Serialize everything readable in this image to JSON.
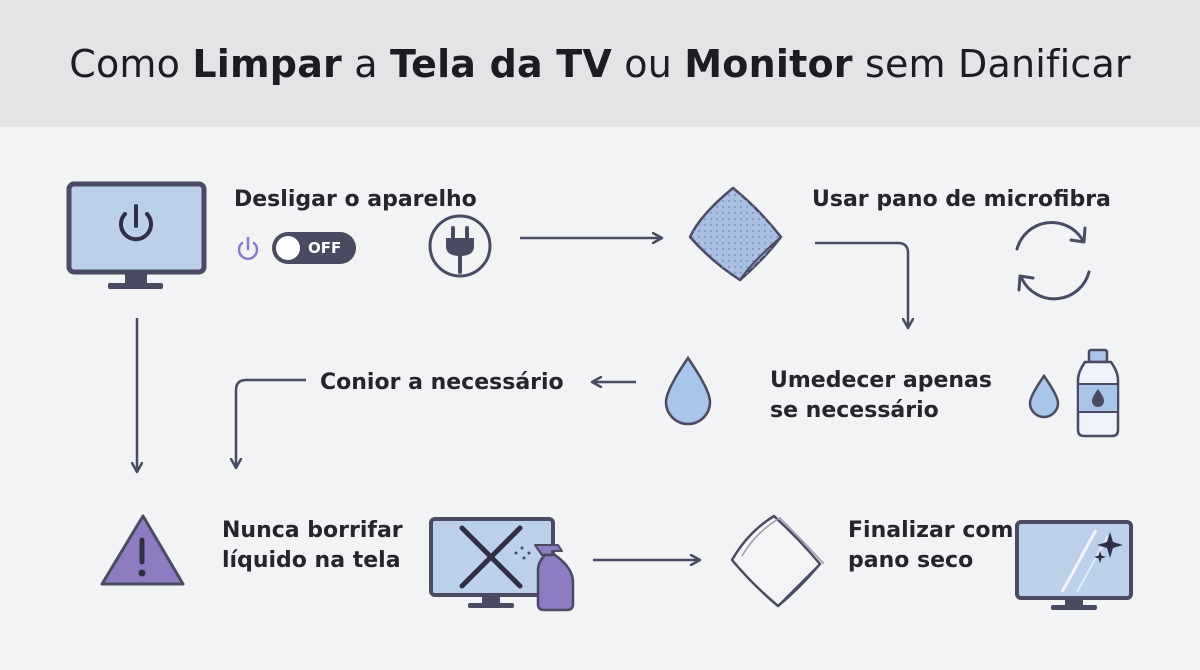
{
  "title": {
    "part1": "Como ",
    "bold1": "Limpar",
    "part2": " a ",
    "bold2": "Tela da TV",
    "part3": " ou ",
    "bold3": "Monitor",
    "part4": " sem Danificar"
  },
  "steps": {
    "power_off": "Desligar o aparelho",
    "toggle_label": "OFF",
    "microfiber": "Usar pano de microfibra",
    "moisten_line1": "Umedecer apenas",
    "moisten_line2": "se necessário",
    "conior": "Conior a necessário",
    "never_spray_line1": "Nunca borrifar",
    "never_spray_line2": "líquido na tela",
    "finish_line1": "Finalizar com",
    "finish_line2": "pano seco"
  },
  "colors": {
    "header_bg": "#e4e4e6",
    "background": "#f2f3f5",
    "outline": "#4a4b62",
    "screen_fill": "#bcd0ea",
    "accent_purple": "#8e7cc3",
    "water_blue": "#a9c5ea",
    "arrow": "#4a4b62"
  },
  "icons": [
    "tv-power-icon",
    "power-icon",
    "plug-icon",
    "cloth-icon",
    "refresh-icon",
    "water-drop-icon",
    "water-bottle-icon",
    "warning-icon",
    "tv-x-icon",
    "spray-bottle-icon",
    "dry-cloth-icon",
    "clean-monitor-icon"
  ]
}
